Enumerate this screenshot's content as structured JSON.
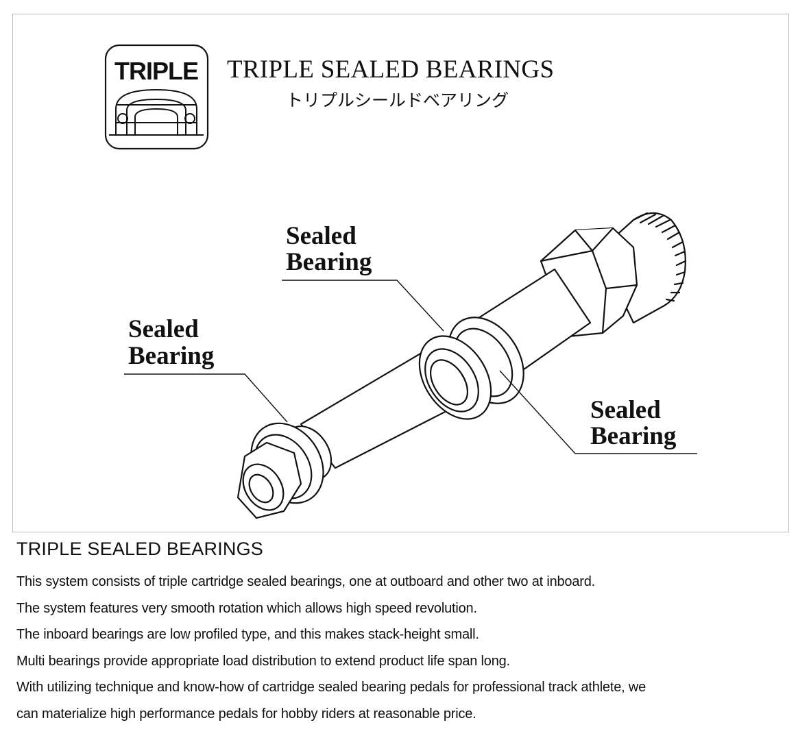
{
  "badge": {
    "label": "TRIPLE"
  },
  "header": {
    "title": "TRIPLE SEALED BEARINGS",
    "subtitle_ja": "トリプルシールドベアリング"
  },
  "callouts": [
    {
      "line1": "Sealed",
      "line2": "Bearing"
    },
    {
      "line1": "Sealed",
      "line2": "Bearing"
    },
    {
      "line1": "Sealed",
      "line2": "Bearing"
    }
  ],
  "caption": {
    "title": "TRIPLE SEALED BEARINGS",
    "lines": [
      "This system consists of triple cartridge sealed bearings, one at outboard and other two at inboard.",
      "The system features very smooth rotation which allows high speed revolution.",
      "The inboard bearings are low profiled type, and this makes stack-height small.",
      "Multi bearings provide appropriate load distribution to extend product life span long.",
      "With utilizing technique and know-how of cartridge sealed bearing pedals for professional track athlete, we",
      "can materialize high performance pedals for hobby riders at reasonable price."
    ]
  },
  "colors": {
    "line": "#111111",
    "frame": "#b9b9b9",
    "background": "#ffffff"
  },
  "icons": [
    "bearing-icon",
    "pedal-spindle-illustration"
  ]
}
